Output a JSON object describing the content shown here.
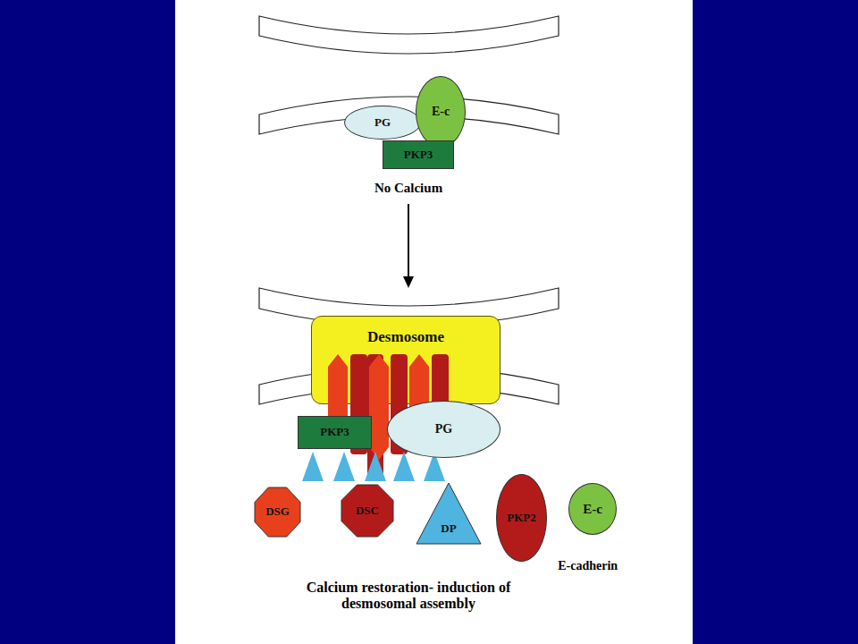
{
  "diagram": {
    "nodes": [
      {
        "text": [
          "PG"
        ]
      },
      {
        "text": [
          "E-c"
        ]
      },
      {
        "text": [
          "PKP3"
        ]
      },
      {
        "text": [
          "Desmosome"
        ]
      },
      {
        "text": [
          "PKP3"
        ]
      },
      {
        "text": [
          "PG"
        ]
      },
      {
        "text": [
          "DSG"
        ]
      },
      {
        "text": [
          "DSC"
        ]
      },
      {
        "text": [
          "DP"
        ]
      },
      {
        "text": [
          "PKP2"
        ]
      },
      {
        "text": [
          "E-c",
          "E-cadherin"
        ]
      }
    ],
    "labels": [
      "No Calcium",
      "Calcium restoration- induction of desmosomal assembly"
    ]
  }
}
